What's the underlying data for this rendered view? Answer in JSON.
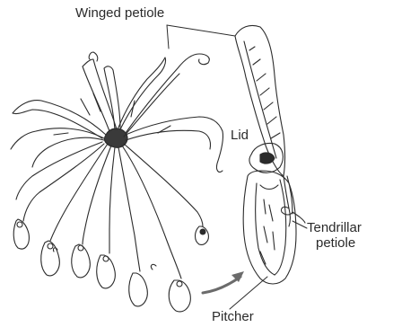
{
  "panel_letter": "",
  "labels": {
    "winged_petiole": "Winged petiole",
    "lid": "Lid",
    "tendrillar_line1": "Tendrillar",
    "tendrillar_line2": "petiole",
    "pitcher": "Pitcher"
  },
  "colors": {
    "ink": "#2b2b2b",
    "arrow": "#6b6b6b",
    "background": "#ffffff"
  }
}
